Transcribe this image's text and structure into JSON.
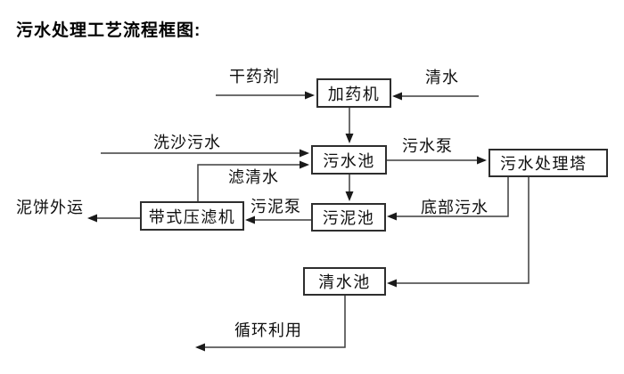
{
  "title": "污水处理工艺流程框图:",
  "diagram": {
    "nodes": {
      "dosing_machine": "加药机",
      "sewage_pool": "污水池",
      "treatment_tower": "污水处理塔",
      "sludge_pool": "污泥池",
      "belt_filter_press": "带式压滤机",
      "clean_water_pool": "清水池"
    },
    "edge_labels": {
      "dry_agent": "干药剂",
      "clean_water": "清水",
      "sand_washing_sewage": "洗沙污水",
      "filtered_water": "滤清水",
      "sewage_pump": "污水泵",
      "bottom_sewage": "底部污水",
      "sludge_pump": "污泥泵",
      "mud_cake_outbound": "泥饼外运",
      "recycle_use": "循环利用"
    },
    "colors": {
      "line": "#3d3d3d",
      "arrowhead": "#1a1a1a",
      "text": "#0f0f0f",
      "background": "#ffffff"
    }
  }
}
